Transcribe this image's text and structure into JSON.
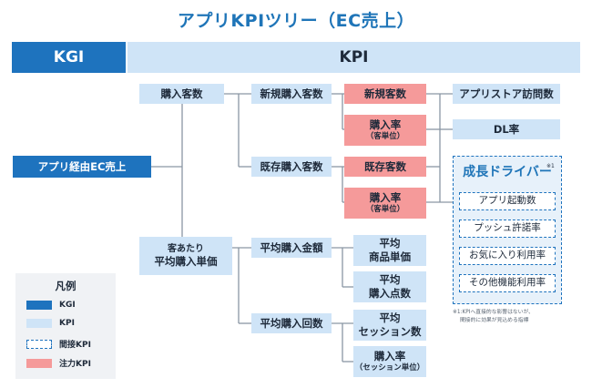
{
  "title": "アプリKPIツリー（EC売上）",
  "header": {
    "kgi": "KGI",
    "kpi": "KPI"
  },
  "nodes": {
    "kgi": "アプリ経由EC売上",
    "buyers": "購入客数",
    "new_buyers": "新規購入客数",
    "new_customers": "新規客数",
    "new_rate": "購入率",
    "new_rate_sub": "（客単位）",
    "app_store_visits": "アプリストア訪問数",
    "dl_rate": "DL率",
    "existing_buyers": "既存購入客数",
    "existing_customers": "既存客数",
    "existing_rate": "購入率",
    "existing_rate_sub": "（客単位）",
    "avg_spend_line1": "客あたり",
    "avg_spend_line2": "平均購入単価",
    "avg_amount": "平均購入金額",
    "avg_unit_price_line1": "平均",
    "avg_unit_price_line2": "商品単価",
    "avg_items_line1": "平均",
    "avg_items_line2": "購入点数",
    "avg_purchase_count": "平均購入回数",
    "avg_sessions_line1": "平均",
    "avg_sessions_line2": "セッション数",
    "session_rate": "購入率",
    "session_rate_sub": "（セッション単位）"
  },
  "drivers": {
    "title": "成長ドライバー",
    "sup": "※1",
    "items": [
      "アプリ起動数",
      "プッシュ許諾率",
      "お気に入り利用率",
      "その他機能利用率"
    ],
    "note_line1": "※1:KPIへ直接的な影響はないが、",
    "note_line2": "間接的に効果が見込める指標"
  },
  "legend": {
    "title": "凡例",
    "items": [
      "KGI",
      "KPI",
      "間接KPI",
      "注力KPI"
    ]
  },
  "colors": {
    "kgi": "#1e73be",
    "kpi": "#cfe4f7",
    "focus_kpi": "#f59a9a",
    "indirect_border": "#1e73be",
    "title": "#1f75b8"
  }
}
